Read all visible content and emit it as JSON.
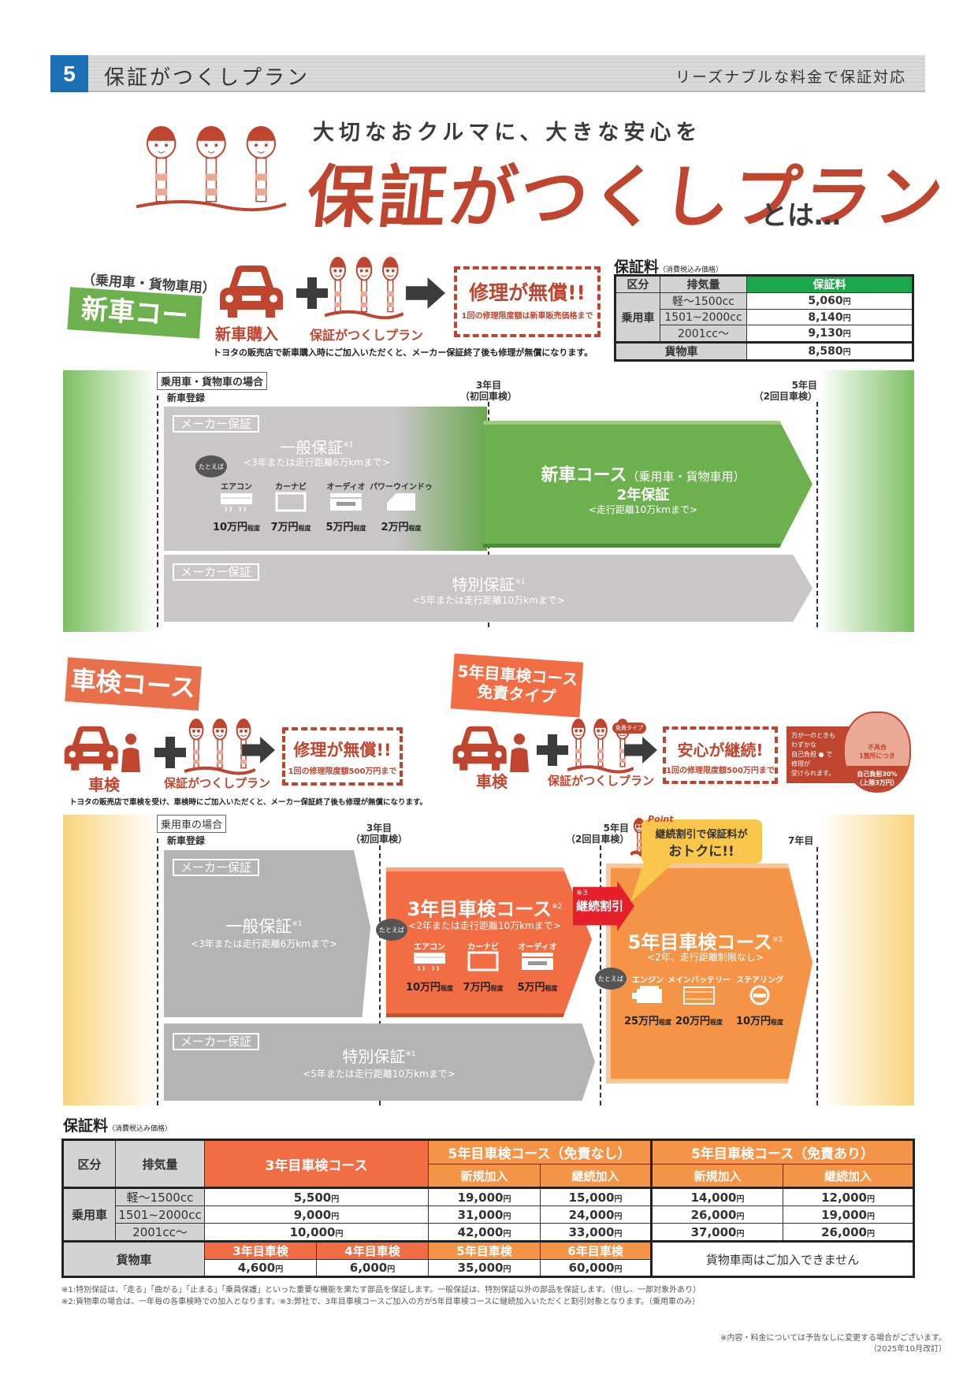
{
  "header": {
    "number": "5",
    "title": "保証がつくしプラン",
    "tagline": "リーズナブルな料金で保証対応"
  },
  "hero": {
    "subtitle": "大切なおクルマに、大きな安心を",
    "title": "保証がつくしプラン",
    "suffix": "とは…"
  },
  "plan_logo_text": "保証がつくしプラン",
  "shinsha": {
    "label_sub": "（乗用車・貨物車用）",
    "label": "新車コース",
    "car_label": "新車購入",
    "result_title": "修理が無償!!",
    "result_note": "1回の修理限度額は新車販売価格まで",
    "description": "トヨタの販売店で新車購入時にご加入いただくと、メーカー保証終了後も修理が無償になります。"
  },
  "price_table": {
    "title": "保証料",
    "note": "（消費税込み価格）",
    "headers": [
      "区分",
      "排気量",
      "保証料"
    ],
    "passenger": "乗用車",
    "rows": [
      {
        "cc": "軽～1500cc",
        "fee": "5,060"
      },
      {
        "cc": "1501~2000cc",
        "fee": "8,140"
      },
      {
        "cc": "2001cc～",
        "fee": "9,130"
      }
    ],
    "cargo": "貨物車",
    "cargo_fee": "8,580",
    "unit": "円"
  },
  "timeline1": {
    "case_label": "乗用車・貨物車の場合",
    "start": "新車登録",
    "mark1": [
      "3年目",
      "（初回車検）"
    ],
    "mark2": [
      "5年目",
      "（2回目車検）"
    ],
    "maker": "メーカー保証",
    "general": {
      "title": "一般保証",
      "ref": "※1",
      "sub": "<3年または走行距離6万kmまで>"
    },
    "example": "たとえば",
    "items": [
      {
        "name": "エアコン",
        "price": "10万円",
        "icon": "aircon-icon"
      },
      {
        "name": "カーナビ",
        "price": "7万円",
        "icon": "navi-icon"
      },
      {
        "name": "オーディオ",
        "price": "5万円",
        "icon": "audio-icon"
      },
      {
        "name": "パワーウインドゥ",
        "price": "2万円",
        "icon": "door-icon"
      }
    ],
    "approx": "程度",
    "green": {
      "title": "新車コース",
      "title_sub": "（乗用車・貨物車用）",
      "period": "2年保証",
      "sub": "<走行距離10万kmまで>"
    },
    "special": {
      "title": "特別保証",
      "ref": "※1",
      "sub": "<5年または走行距離10万kmまで>"
    }
  },
  "shaken": {
    "label": "車検コース",
    "car_label": "車検",
    "result_title": "修理が無償!!",
    "result_note": "1回の修理限度額500万円まで",
    "description": "トヨタの販売店で車検を受け、車検時にご加入いただくと、メーカー保証終了後も修理が無償になります。"
  },
  "shaken5": {
    "label1": "5年目車検コース",
    "label2": "免責タイプ",
    "car_label": "車検",
    "type_badge": "免責タイプ",
    "result_title": "安心が継続!",
    "result_note": "1回の修理限度額500万円まで",
    "purse_text": [
      "万が一のときも",
      "わずかな",
      "自己負担",
      "で",
      "修理が",
      "受けられます。"
    ],
    "purse_top": [
      "不具合",
      "1箇所につき"
    ],
    "purse_bottom": [
      "自己負担30%",
      "（上限3万円）"
    ]
  },
  "timeline2": {
    "case_label": "乗用車の場合",
    "start": "新車登録",
    "mark1": [
      "3年目",
      "（初回車検）"
    ],
    "mark2": [
      "5年目",
      "（2回目車検）"
    ],
    "mark3": "7年目",
    "maker": "メーカー保証",
    "general": {
      "title": "一般保証",
      "ref": "※1",
      "sub": "<3年または走行距離6万kmまで>"
    },
    "special": {
      "title": "特別保証",
      "ref": "※1",
      "sub": "<5年または走行距離10万kmまで>"
    },
    "example": "たとえば",
    "approx": "程度",
    "course3": {
      "title": "3年目車検コース",
      "ref": "※2",
      "sub": "<2年または走行距離10万kmまで>",
      "items": [
        {
          "name": "エアコン",
          "price": "10万円",
          "icon": "aircon-icon"
        },
        {
          "name": "カーナビ",
          "price": "7万円",
          "icon": "navi-icon"
        },
        {
          "name": "オーディオ",
          "price": "5万円",
          "icon": "audio-icon"
        }
      ]
    },
    "discount": {
      "ref": "※3",
      "label": "継続割引"
    },
    "point": {
      "tag": "Point",
      "line1": "継続割引で保証料が",
      "line2": "おトクに!!"
    },
    "course5": {
      "title": "5年目車検コース",
      "ref": "※2",
      "sub": "<2年、走行距離制限なし>",
      "items": [
        {
          "name": "エンジン",
          "price": "25万円",
          "icon": "engine-icon"
        },
        {
          "name": "メインバッテリー",
          "price": "20万円",
          "icon": "battery-icon"
        },
        {
          "name": "ステアリング",
          "price": "10万円",
          "icon": "steering-icon"
        }
      ]
    }
  },
  "fee_table": {
    "title": "保証料",
    "note": "（消費税込み価格）",
    "h_kubun": "区分",
    "h_cc": "排気量",
    "h_c3": "3年目車検コース",
    "h_c5a": "5年目車検コース（免責なし）",
    "h_c5b": "5年目車検コース（免責あり）",
    "new": "新規加入",
    "cont": "継続加入",
    "passenger": "乗用車",
    "rows": [
      {
        "cc": "軽～1500cc",
        "c3": "5,500",
        "a_new": "19,000",
        "a_cont": "15,000",
        "b_new": "14,000",
        "b_cont": "12,000"
      },
      {
        "cc": "1501~2000cc",
        "c3": "9,000",
        "a_new": "31,000",
        "a_cont": "24,000",
        "b_new": "26,000",
        "b_cont": "19,000"
      },
      {
        "cc": "2001cc～",
        "c3": "10,000",
        "a_new": "42,000",
        "a_cont": "33,000",
        "b_new": "37,000",
        "b_cont": "26,000"
      }
    ],
    "cargo": "貨物車",
    "cargo_heads": [
      "3年目車検",
      "4年目車検",
      "5年目車検",
      "6年目車検"
    ],
    "cargo_vals": [
      "4,600",
      "6,000",
      "35,000",
      "60,000"
    ],
    "cargo_na": "貨物車両はご加入できません",
    "unit": "円"
  },
  "footnotes": [
    "※1:特別保証は、「走る」「曲がる」「止まる」「乗員保護」といった重要な機能を果たす部品を保証します。一般保証は、特別保証以外の部品を保証します。（但し、一部対象外あり）",
    "※2:貨物車の場合は、一年毎の各車検時での加入となります。※3:弊社で、3年目車検コースご加入の方が5年目車検コースに継続加入いただくと割引対象となります。（乗用車のみ）"
  ],
  "disclaimer": "※内容・料金については予告なしに変更する場合がございます。",
  "revision": "（2025年10月改訂）",
  "colors": {
    "brand_red": "#c0452f",
    "green": "#6db14f",
    "green_header": "#1aa84a",
    "orange3": "#f26d44",
    "orange5": "#f59447",
    "blue": "#1a6fb5",
    "discount_red": "#e5202a",
    "callout_yellow": "#f7c64a"
  }
}
